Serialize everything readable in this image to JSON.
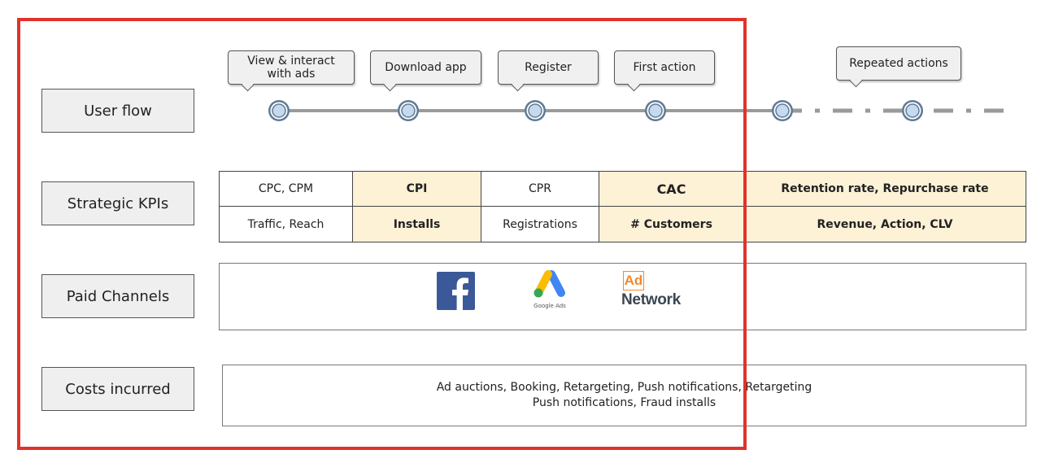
{
  "rows": {
    "user_flow": "User flow",
    "strategic_kpis": "Strategic KPIs",
    "paid_channels": "Paid Channels",
    "costs_incurred": "Costs incurred"
  },
  "flow_steps": [
    "View & interact with ads",
    "Download app",
    "Register",
    "First action",
    "Repeated actions"
  ],
  "kpis": {
    "top": [
      "CPC, CPM",
      "CPI",
      "CPR",
      "CAC",
      "Retention rate, Repurchase rate"
    ],
    "bottom": [
      "Traffic, Reach",
      "Installs",
      "Registrations",
      "# Customers",
      "Revenue, Action, CLV"
    ]
  },
  "channels": {
    "facebook_icon": "facebook-logo",
    "google_ads_caption": "Google Ads",
    "adnetwork_badge": "Ad",
    "adnetwork_text": "Network"
  },
  "costs": {
    "line1": "Ad auctions, Booking, Retargeting, Push notifications, Retargeting",
    "line2": "Push notifications, Fraud installs"
  },
  "colors": {
    "highlight": "#fdf1d6",
    "frame": "#e0332b",
    "node_fill": "#c5d9ef",
    "node_ring": "#607a95"
  }
}
